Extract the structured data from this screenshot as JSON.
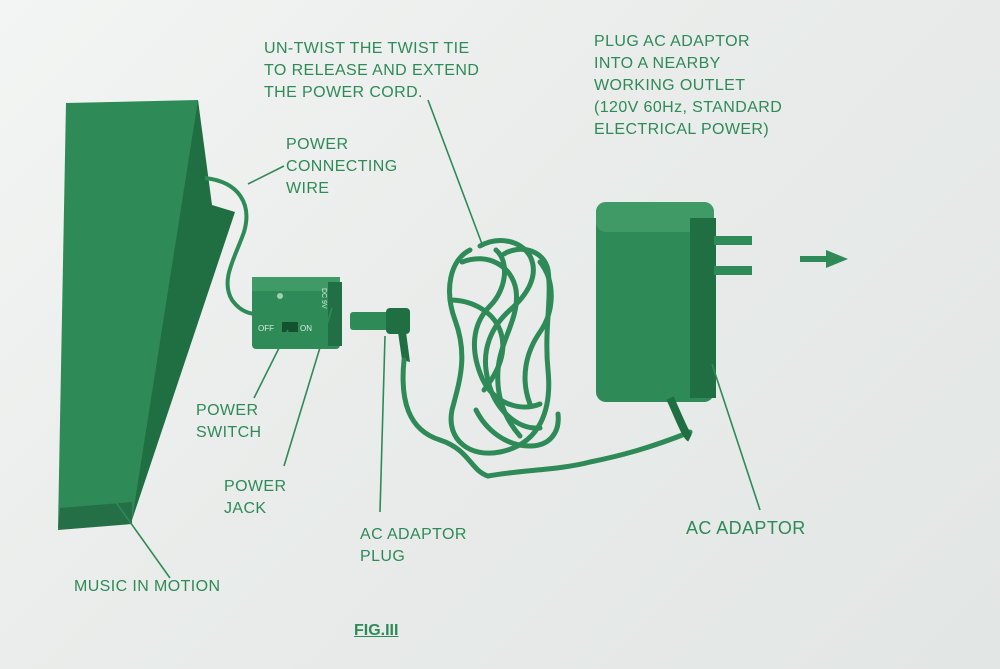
{
  "colors": {
    "ink": "#2e8a57",
    "ink_dark": "#1f6f43",
    "ink_light": "#3f9a66",
    "ghost_text": "#c7cbca"
  },
  "labels": {
    "untwist": "UN-TWIST THE TWIST TIE\nTO RELEASE AND EXTEND\nTHE POWER CORD.",
    "plug_ac": "PLUG AC ADAPTOR\nINTO A NEARBY\nWORKING OUTLET\n(120V 60Hz, STANDARD\nELECTRICAL POWER)",
    "power_wire": "POWER\nCONNECTING\nWIRE",
    "power_switch": "POWER\nSWITCH",
    "power_jack": "POWER\nJACK",
    "ac_plug": "AC ADAPTOR\nPLUG",
    "ac_adaptor": "AC ADAPTOR",
    "music": "MUSIC IN MOTION",
    "figure": "FIG.III"
  },
  "device": {
    "switch_off": "OFF",
    "switch_on": "ON",
    "jack_label": "DC 9V"
  }
}
